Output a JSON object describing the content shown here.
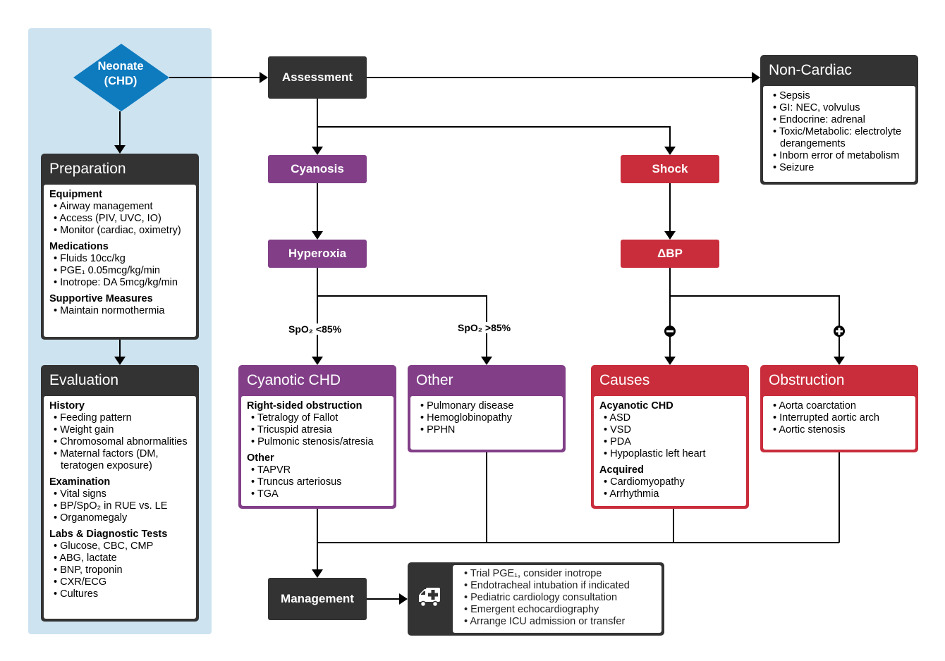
{
  "colors": {
    "dark": "#333333",
    "cyanosis_purple": "#823f88",
    "shock_red": "#c92d3b",
    "start_blue": "#0e7bbf",
    "panel_blue": "#cde3f0"
  },
  "start": {
    "line1": "Neonate",
    "line2": "(CHD)"
  },
  "nodes": {
    "assessment": "Assessment",
    "cyanosis": "Cyanosis",
    "hyperoxia": "Hyperoxia",
    "shock": "Shock",
    "delta_bp": "ΔBP",
    "management": "Management"
  },
  "edge_labels": {
    "spo2_low": "SpO₂ <85%",
    "spo2_high": "SpO₂ >85%",
    "bp_minus_icon": "minus-circle-icon",
    "bp_plus_icon": "plus-circle-icon"
  },
  "cards": {
    "preparation": {
      "title": "Preparation",
      "sections": [
        {
          "heading": "Equipment",
          "items": [
            "Airway management",
            "Access (PIV, UVC, IO)",
            "Monitor (cardiac, oximetry)"
          ]
        },
        {
          "heading": "Medications",
          "items": [
            "Fluids 10cc/kg",
            "PGE₁ 0.05mcg/kg/min",
            "Inotrope: DA 5mcg/kg/min"
          ]
        },
        {
          "heading": "Supportive Measures",
          "items": [
            "Maintain normothermia"
          ]
        }
      ]
    },
    "evaluation": {
      "title": "Evaluation",
      "sections": [
        {
          "heading": "History",
          "items": [
            "Feeding pattern",
            "Weight gain",
            "Chromosomal abnormalities",
            "Maternal factors (DM, teratogen exposure)"
          ]
        },
        {
          "heading": "Examination",
          "items": [
            "Vital signs",
            "BP/SpO₂ in RUE vs. LE",
            "Organomegaly"
          ]
        },
        {
          "heading": "Labs & Diagnostic Tests",
          "items": [
            "Glucose, CBC, CMP",
            "ABG, lactate",
            "BNP, troponin",
            "CXR/ECG",
            "Cultures"
          ]
        }
      ]
    },
    "non_cardiac": {
      "title": "Non-Cardiac",
      "sections": [
        {
          "heading": "",
          "items": [
            "Sepsis",
            "GI: NEC, volvulus",
            "Endocrine: adrenal",
            "Toxic/Metabolic: electrolyte derangements",
            "Inborn error of metabolism",
            "Seizure"
          ]
        }
      ]
    },
    "cyanotic_chd": {
      "title": "Cyanotic CHD",
      "sections": [
        {
          "heading": "Right-sided obstruction",
          "items": [
            "Tetralogy of Fallot",
            "Tricuspid atresia",
            "Pulmonic stenosis/atresia"
          ]
        },
        {
          "heading": "Other",
          "items": [
            "TAPVR",
            "Truncus arteriosus",
            "TGA"
          ]
        }
      ]
    },
    "other": {
      "title": "Other",
      "sections": [
        {
          "heading": "",
          "items": [
            "Pulmonary disease",
            "Hemoglobinopathy",
            "PPHN"
          ]
        }
      ]
    },
    "causes": {
      "title": "Causes",
      "sections": [
        {
          "heading": "Acyanotic CHD",
          "items": [
            "ASD",
            "VSD",
            "PDA",
            "Hypoplastic left heart"
          ]
        },
        {
          "heading": "Acquired",
          "items": [
            "Cardiomyopathy",
            "Arrhythmia"
          ]
        }
      ]
    },
    "obstruction": {
      "title": "Obstruction",
      "sections": [
        {
          "heading": "",
          "items": [
            "Aorta coarctation",
            "Interrupted aortic arch",
            "Aortic stenosis"
          ]
        }
      ]
    }
  },
  "management_detail": {
    "icon": "ambulance-icon",
    "items": [
      "Trial PGE₁, consider inotrope",
      "Endotracheal intubation if indicated",
      "Pediatric cardiology consultation",
      "Emergent echocardiography",
      "Arrange ICU admission or transfer"
    ]
  }
}
